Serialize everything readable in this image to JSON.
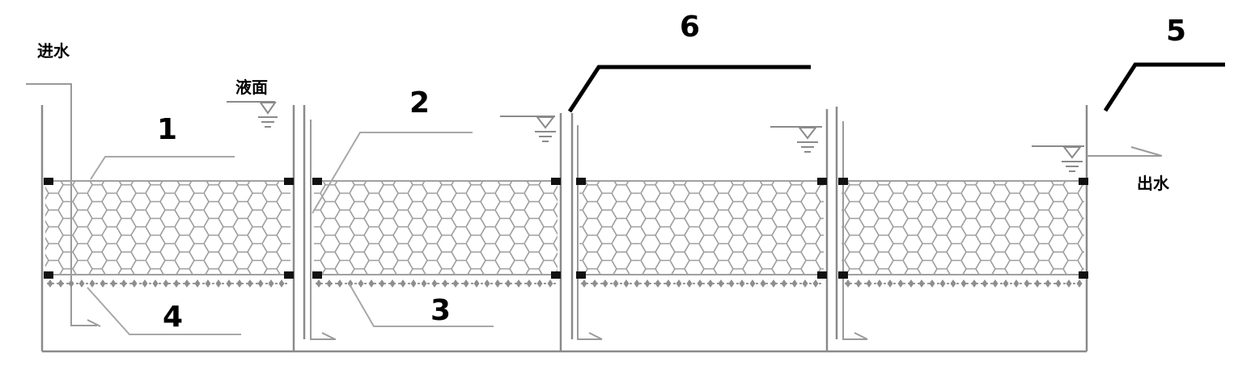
{
  "labels": {
    "inlet": "进水",
    "liquid_level": "液面",
    "outlet": "出水",
    "n1": "1",
    "n2": "2",
    "n3": "3",
    "n4": "4",
    "n5": "5",
    "n6": "6"
  },
  "tanks": [
    {
      "name": "tank-1",
      "has_inflow_pipe": true
    },
    {
      "name": "tank-2"
    },
    {
      "name": "tank-3"
    },
    {
      "name": "tank-4",
      "has_outflow_pipe": true
    }
  ],
  "colors": {
    "line": "#8a8a8a",
    "mesh": "#9c9c9c",
    "clip": "#111111",
    "leader_bold": "#000000"
  }
}
